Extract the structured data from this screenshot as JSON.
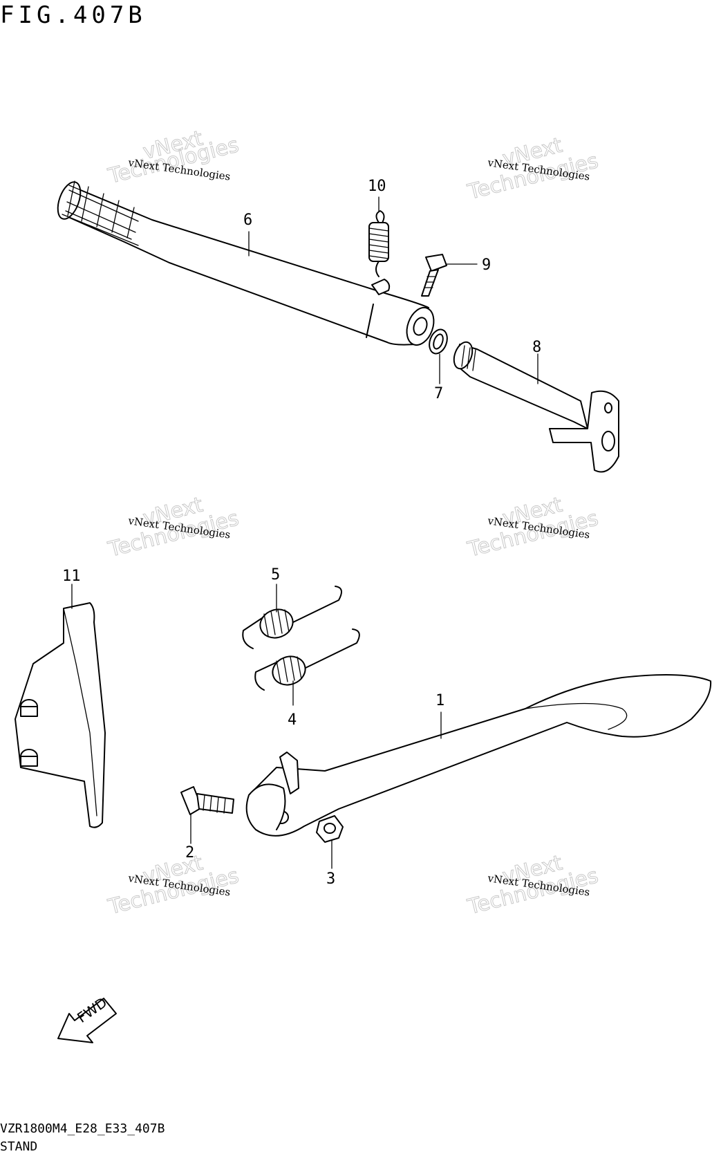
{
  "figure_title": "FIG.407B",
  "footer": {
    "code": "VZR1800M4_E28_E33_407B",
    "name": "STAND"
  },
  "callouts": {
    "c1": "1",
    "c2": "2",
    "c3": "3",
    "c4": "4",
    "c5": "5",
    "c6": "6",
    "c7": "7",
    "c8": "8",
    "c9": "9",
    "c10": "10",
    "c11": "11"
  },
  "watermark": {
    "line1": "vNext Technologies",
    "line2": "vNext",
    "line3": "Technologies"
  },
  "fwd_label": "FWD",
  "icons": [
    "fwd-arrow-icon"
  ]
}
